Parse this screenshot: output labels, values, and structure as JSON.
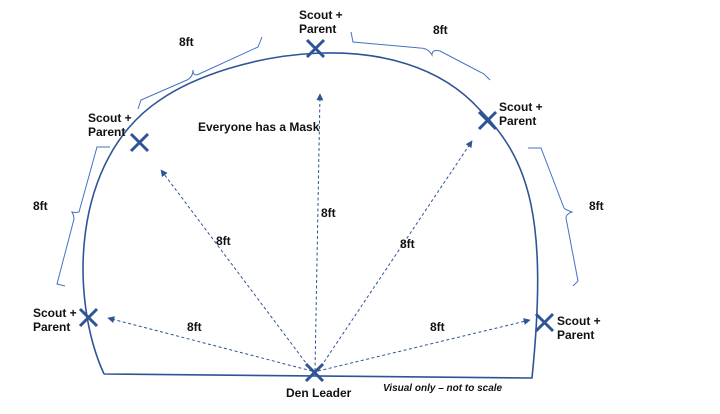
{
  "diagram": {
    "center_label": "Everyone has a Mask",
    "leader_label": "Den Leader",
    "footnote": "Visual only – not to scale",
    "participant_label_line1": "Scout +",
    "participant_label_line2": "Parent",
    "participant_count": 5,
    "spacing_label": "8ft",
    "ray_labels": [
      "8ft",
      "8ft",
      "8ft",
      "8ft",
      "8ft"
    ],
    "brace_labels": [
      "8ft",
      "8ft",
      "8ft",
      "8ft"
    ]
  },
  "colors": {
    "line": "#2f5496",
    "marker": "#2f5496",
    "brace": "#4472c4",
    "text": "#111111",
    "background": "#ffffff"
  }
}
